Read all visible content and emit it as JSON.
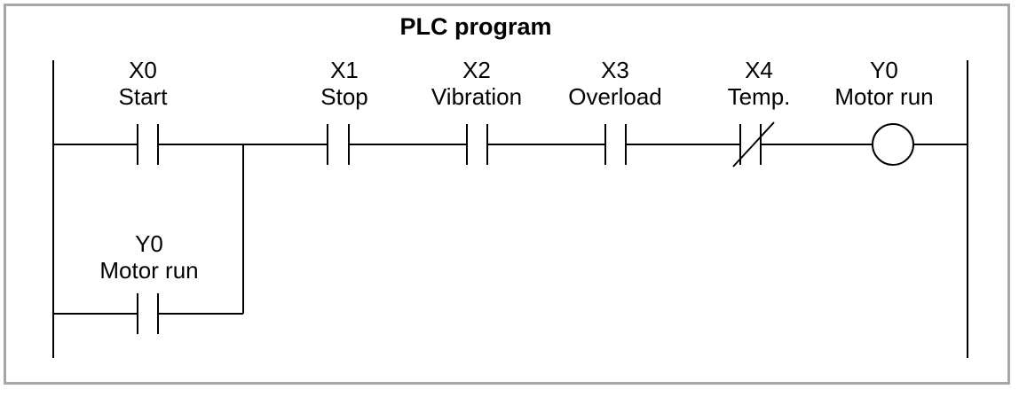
{
  "title": "PLC program",
  "colors": {
    "line": "#000000",
    "border": "#a6a6a6",
    "background": "#ffffff"
  },
  "rung1": {
    "elements": [
      {
        "address": "X0",
        "name": "Start",
        "type": "no-contact"
      },
      {
        "address": "X1",
        "name": "Stop",
        "type": "no-contact"
      },
      {
        "address": "X2",
        "name": "Vibration",
        "type": "no-contact"
      },
      {
        "address": "X3",
        "name": "Overload",
        "type": "no-contact"
      },
      {
        "address": "X4",
        "name": "Temp.",
        "type": "nc-contact"
      },
      {
        "address": "Y0",
        "name": "Motor run",
        "type": "coil"
      }
    ]
  },
  "branch": {
    "address": "Y0",
    "name": "Motor run",
    "type": "no-contact"
  }
}
